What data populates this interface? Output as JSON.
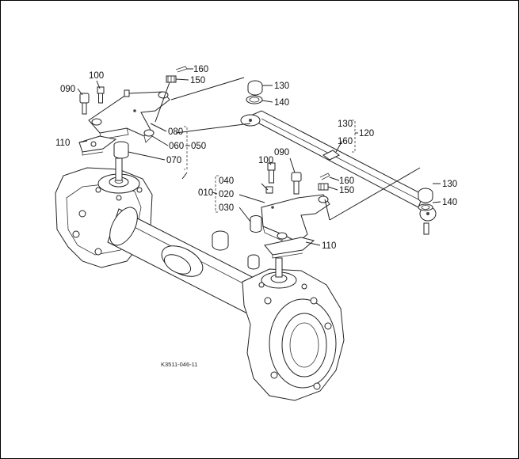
{
  "diagram": {
    "reference_code": "K3511-046-11",
    "callouts": {
      "c160a": "160",
      "c150a": "150",
      "c100a": "100",
      "c090a": "090",
      "c080": "080",
      "c060": "060",
      "c050": "050",
      "c070": "070",
      "c110a": "110",
      "c130a": "130",
      "c140a": "140",
      "c130b": "130",
      "c120": "120",
      "c160b": "160",
      "c090b": "090",
      "c100b": "100",
      "c040": "040",
      "c010": "010",
      "c020": "020",
      "c030": "030",
      "c160c": "160",
      "c150b": "150",
      "c110b": "110",
      "c130c": "130",
      "c140b": "140"
    }
  }
}
